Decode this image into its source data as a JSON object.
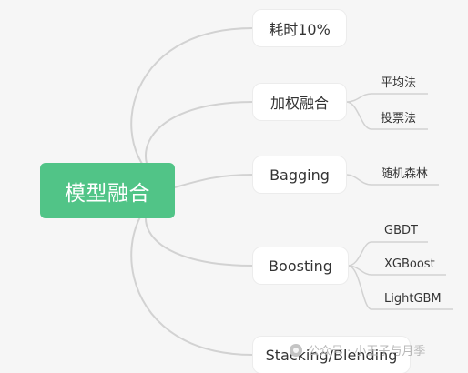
{
  "mindmap": {
    "root": "模型融合",
    "branches": [
      {
        "label": "耗时10%",
        "children": []
      },
      {
        "label": "加权融合",
        "children": [
          "平均法",
          "投票法"
        ]
      },
      {
        "label": "Bagging",
        "children": [
          "随机森林"
        ]
      },
      {
        "label": "Boosting",
        "children": [
          "GBDT",
          "XGBoost",
          "LightGBM"
        ]
      },
      {
        "label": "Stacking/Blending",
        "children": []
      }
    ]
  },
  "watermark": {
    "text": "公众号 · 小王子与月季"
  },
  "colors": {
    "root_fill": "#51c487",
    "connector": "#d2d2d2",
    "node_fill": "#ffffff"
  }
}
